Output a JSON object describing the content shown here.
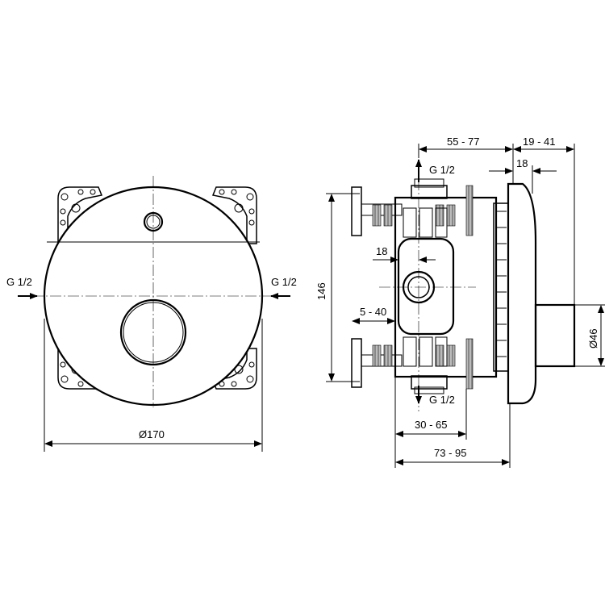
{
  "front_view": {
    "inlet_left_label": "G 1/2",
    "inlet_right_label": "G 1/2",
    "diameter_label": "Ø170"
  },
  "side_view": {
    "outlet_top_label": "G 1/2",
    "outlet_bottom_label": "G 1/2",
    "dim_55_77": "55 - 77",
    "dim_19_41": "19 - 41",
    "dim_18_top": "18",
    "dim_18_mid": "18",
    "dim_146": "146",
    "dim_5_40": "5 - 40",
    "dim_d46": "Ø46",
    "dim_30_65": "30 - 65",
    "dim_73_95": "73 - 95"
  }
}
